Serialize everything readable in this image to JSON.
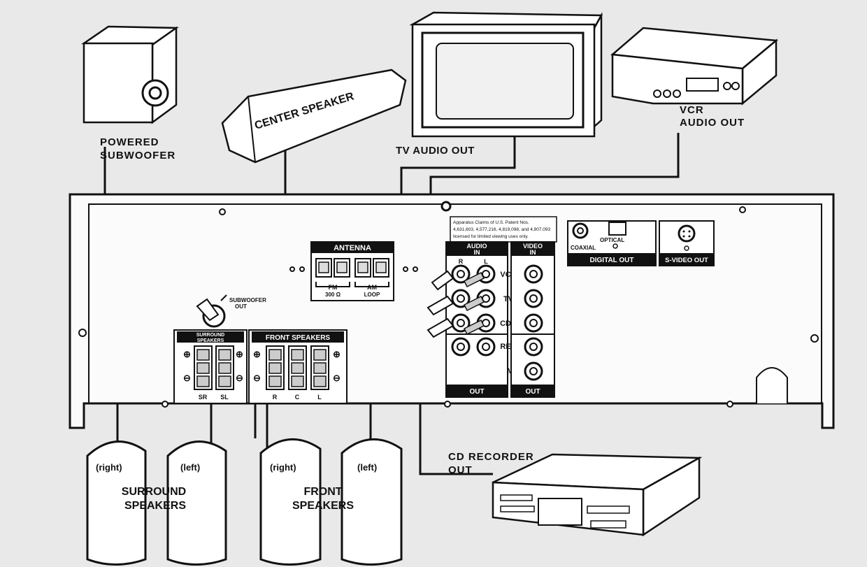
{
  "labels": {
    "powered_subwoofer_l1": "POWERED",
    "powered_subwoofer_l2": "SUBWOOFER",
    "center_speaker": "CENTER SPEAKER",
    "tv_audio_out": "TV AUDIO OUT",
    "vcr_audio_out_l1": "VCR",
    "vcr_audio_out_l2": "AUDIO OUT",
    "cd_recorder_out_l1": "CD RECORDER",
    "cd_recorder_out_l2": "OUT",
    "surround_speakers_l1": "SURROUND",
    "surround_speakers_l2": "SPEAKERS",
    "front_speakers_l1": "FRONT",
    "front_speakers_l2": "SPEAKERS",
    "right": "(right)",
    "left": "(left)"
  },
  "panel": {
    "patent_l1": "Apparatus Claims of U.S. Patent Nos.",
    "patent_l2": "4,631,603, 4,577,216, 4,819,098, and 4,907,093",
    "patent_l3": "licensed for limited viewing uses only.",
    "antenna": "ANTENNA",
    "fm": "FM",
    "fm_ohm": "300 Ω",
    "am": "AM",
    "am_loop": "LOOP",
    "subwoofer_out_l1": "SUBWOOFER",
    "subwoofer_out_l2": "OUT",
    "surround_l1": "SURROUND",
    "surround_l2": "SPEAKERS",
    "front_speakers_hdr": "FRONT SPEAKERS",
    "sr": "SR",
    "sl": "SL",
    "r": "R",
    "c": "C",
    "l": "L",
    "audio_l1": "AUDIO",
    "audio_l2": "IN",
    "video_l1": "VIDEO",
    "video_l2": "IN",
    "jack_r": "R",
    "jack_l": "L",
    "vcr": "VCR",
    "tv": "TV",
    "cdr": "CDR",
    "rec": "REC",
    "mon": "MON",
    "out_audio": "OUT",
    "out_video": "OUT",
    "coaxial": "COAXIAL",
    "optical": "OPTICAL",
    "digital_out": "DIGITAL OUT",
    "svideo_out": "S-VIDEO OUT"
  }
}
